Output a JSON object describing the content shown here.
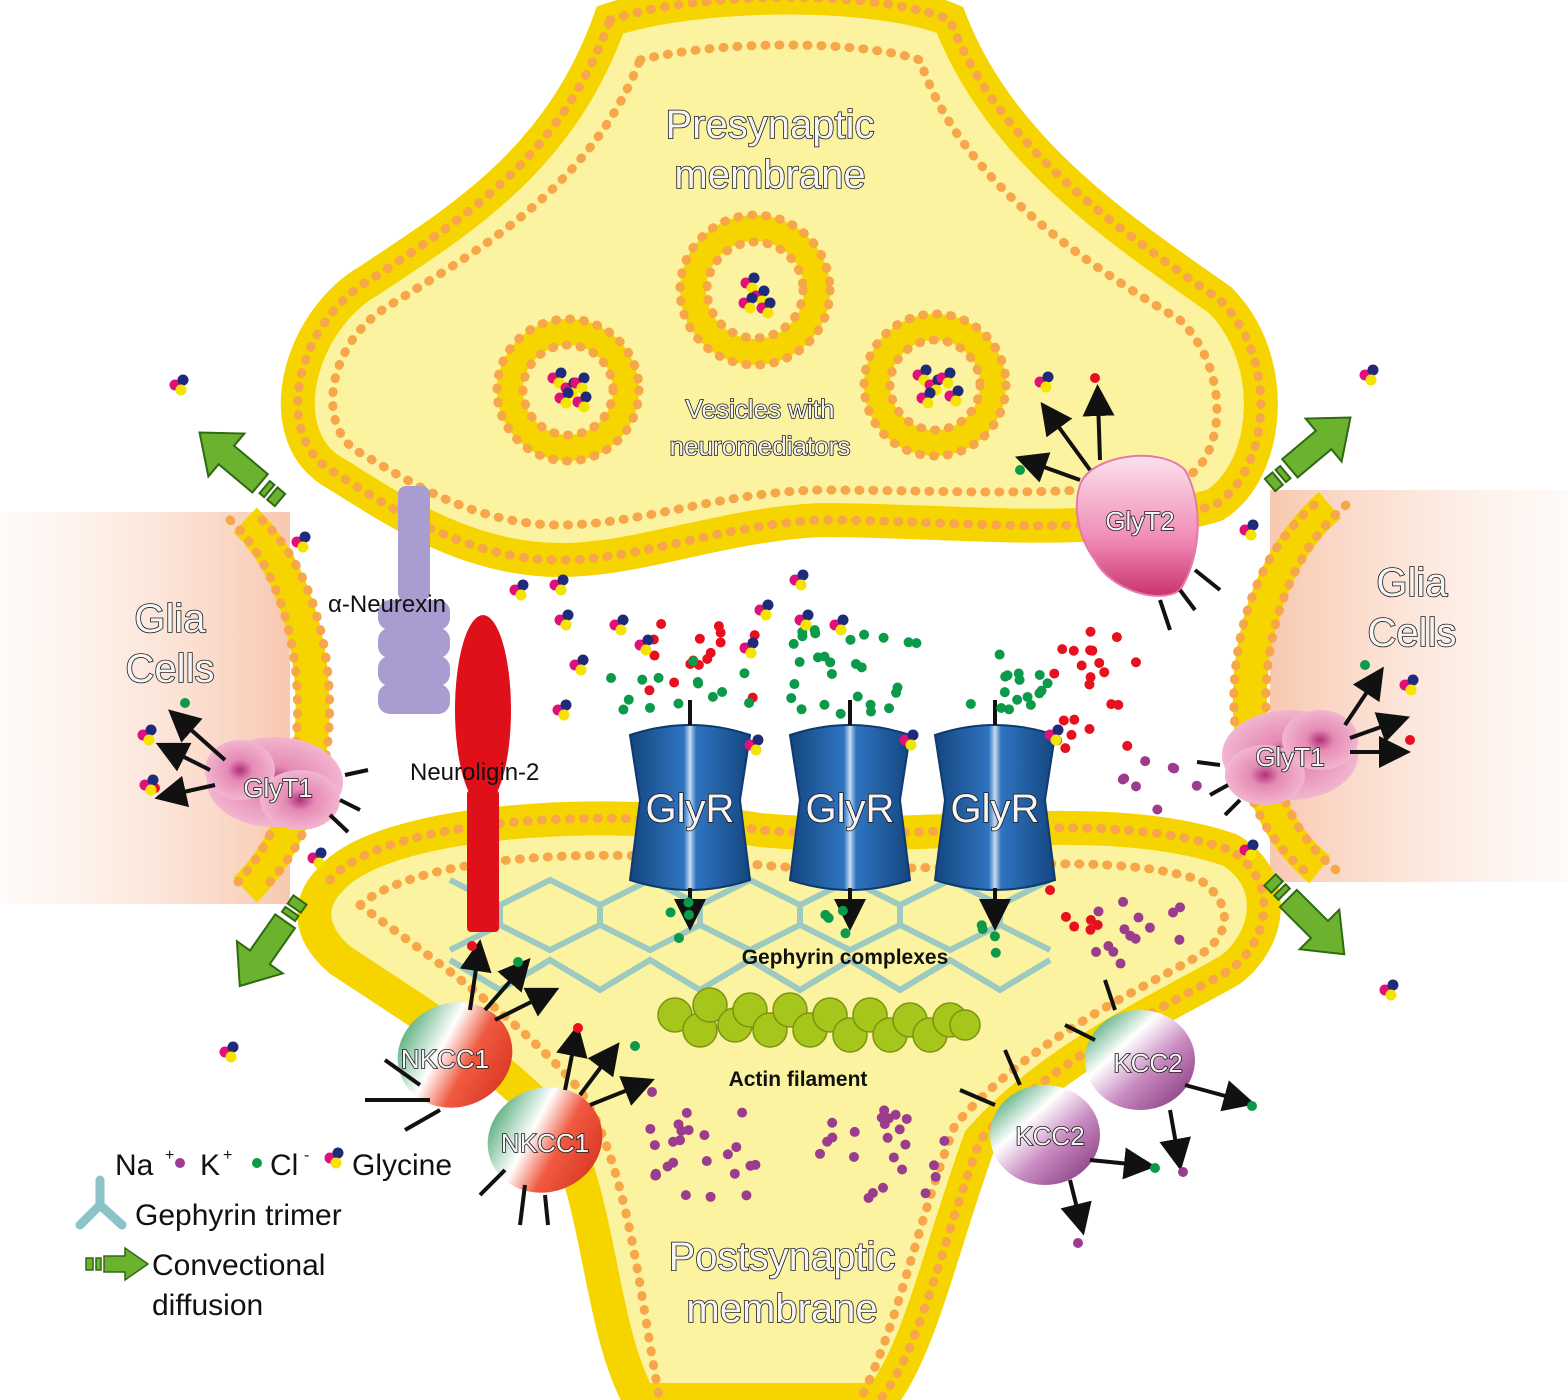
{
  "labels": {
    "presynaptic": [
      "Presynaptic",
      "membrane"
    ],
    "postsynaptic": [
      "Postsynaptic",
      "membrane"
    ],
    "vesicles": [
      "Vesicles with",
      "neuromediators"
    ],
    "glia_left": [
      "Glia",
      "Cells"
    ],
    "glia_right": [
      "Glia",
      "Cells"
    ],
    "neurexin": "α-Neurexin",
    "neuroligin": "Neuroligin-2",
    "glyr": [
      "GlyR",
      "GlyR",
      "GlyR"
    ],
    "glyt1_left": "GlyT1",
    "glyt1_right": "GlyT1",
    "glyt2": "GlyT2",
    "nkcc1": [
      "NKCC1",
      "NKCC1"
    ],
    "kcc2": [
      "KCC2",
      "KCC2"
    ],
    "gephyrin_complexes": "Gephyrin complexes",
    "actin_filament": "Actin filament"
  },
  "legend": {
    "ions": [
      "Na",
      "K",
      "Cl",
      "Glycine"
    ],
    "superscripts": [
      "+",
      "+",
      "-"
    ],
    "gephyrin_trimer": "Gephyrin trimer",
    "convectional": [
      "Convectional",
      "diffusion"
    ]
  },
  "colors": {
    "membrane": "#f5d400",
    "lipid_head": "#f7a64a",
    "cytoplasm": "#fbf3a0",
    "glia": "#fbdcca",
    "na": "#e8101e",
    "k": "#9b3c8e",
    "cl": "#0a9a4a",
    "glyr": "#1e5ea8",
    "glyt": "#f2a9c4",
    "arrow_green": "#6bb32e",
    "neurexin": "#a89cd0",
    "neuroligin": "#e0101a",
    "actin": "#a6c61c",
    "gephyrin": "#8cc3c7"
  }
}
